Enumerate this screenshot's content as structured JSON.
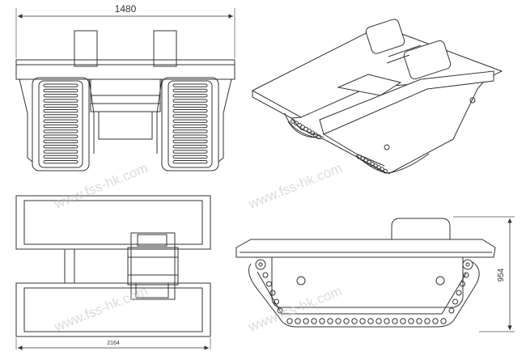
{
  "dimensions": {
    "width_front": "1480",
    "length_top": "2164",
    "height_side": "954"
  },
  "watermark": "www.fss-hk.com",
  "colors": {
    "line": "#333333",
    "light_line": "#777777",
    "watermark": "#b9c0cc"
  }
}
